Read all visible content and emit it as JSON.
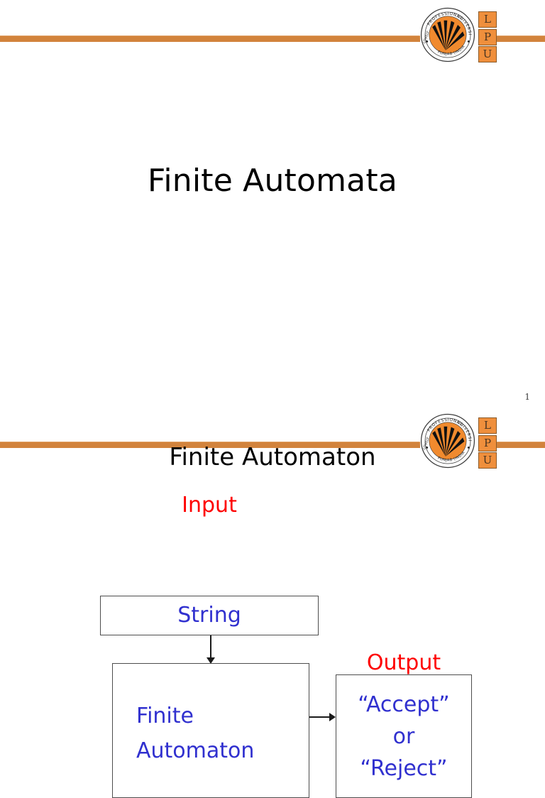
{
  "brand": {
    "logo_name": "lpu-seal-logo",
    "seal_text_top": "PROFESSIONAL",
    "seal_text_right": "UNIVERSITY",
    "seal_text_left": "LOVELY",
    "seal_text_bottom": "PUNJAB (INDIA)",
    "letters": [
      "L",
      "P",
      "U"
    ],
    "rule_color": "#d2833c",
    "tile_color": "#ef8f3c"
  },
  "slide1": {
    "title": "Finite Automata",
    "page_number": "1"
  },
  "slide2": {
    "title": "Finite Automaton",
    "diagram": {
      "input_label": "Input",
      "output_label": "Output",
      "string_box": "String",
      "automaton_box_line1": "Finite",
      "automaton_box_line2": "Automaton",
      "output_box_line1": "“Accept”",
      "output_box_line2": "or",
      "output_box_line3": "“Reject”",
      "arrow_down": "arrow-down",
      "arrow_right": "arrow-right"
    }
  },
  "colors": {
    "label_red": "#fe0000",
    "text_blue": "#3030cf",
    "title_black": "#000000",
    "border_gray": "#4d4d4d"
  }
}
